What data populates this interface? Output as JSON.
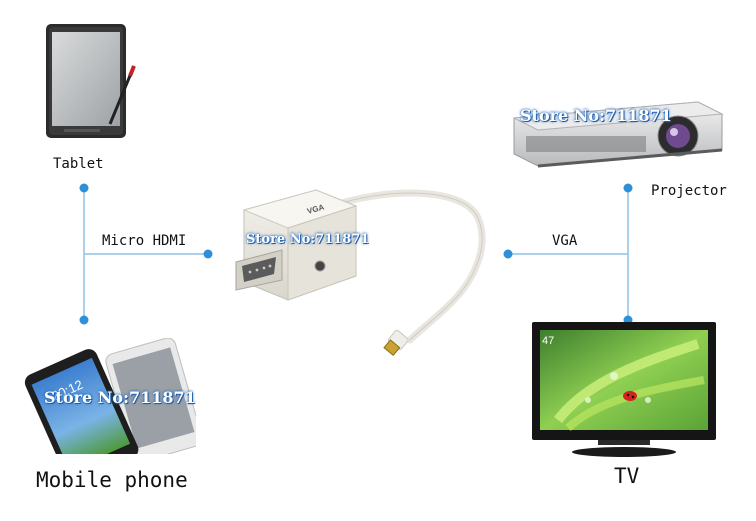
{
  "devices": {
    "tablet": {
      "label": "Tablet"
    },
    "mobile_phone": {
      "label": "Mobile phone"
    },
    "projector": {
      "label": "Projector"
    },
    "tv": {
      "label": "TV"
    }
  },
  "connections": {
    "left": {
      "label": "Micro HDMI"
    },
    "right": {
      "label": "VGA"
    }
  },
  "adapter": {
    "vga_label": "VGA"
  },
  "screens": {
    "tv_channel": "47"
  },
  "watermarks": [
    "Store No:711871",
    "Store No:711871",
    "Store No:711871"
  ],
  "colors": {
    "connector_line": "#8fc1e6",
    "connector_dot": "#2f8fd8",
    "watermark_glow": "#2a6fbf"
  }
}
